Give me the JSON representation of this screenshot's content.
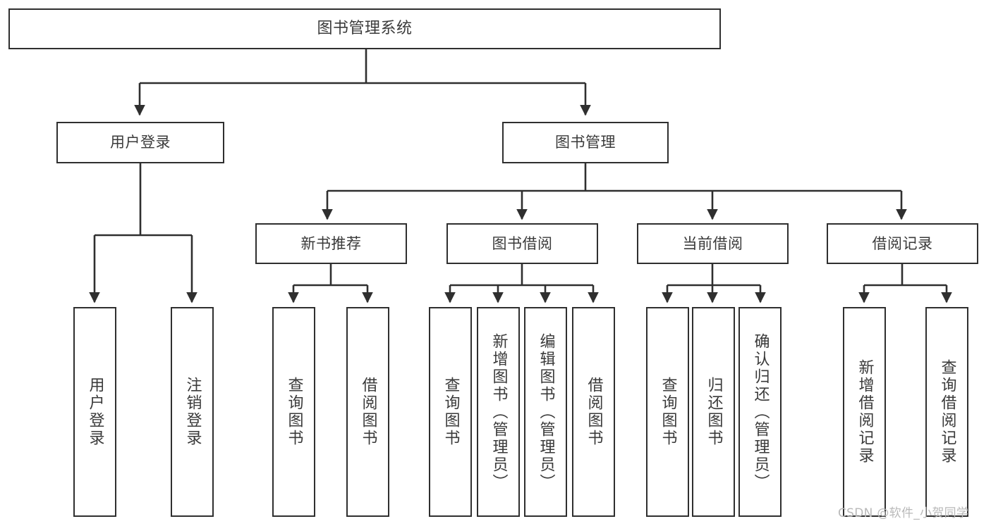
{
  "diagram": {
    "title": "图书管理系统",
    "watermark": "CSDN @软件_小贺同学",
    "colors": {
      "background": "#ffffff",
      "border": "#2f2f2f",
      "text": "#3a3a3a",
      "connector": "#2f2f2f",
      "watermark": "#b9b9b9"
    }
  },
  "levels": {
    "root": {
      "label": "图书管理系统"
    },
    "level2": [
      {
        "label": "用户登录"
      },
      {
        "label": "图书管理"
      }
    ],
    "level3": [
      {
        "label": "新书推荐"
      },
      {
        "label": "图书借阅"
      },
      {
        "label": "当前借阅"
      },
      {
        "label": "借阅记录"
      }
    ],
    "leaves": {
      "user_login": [
        {
          "label": "用户登录"
        },
        {
          "label": "注销登录"
        }
      ],
      "new_book_recommend": [
        {
          "label": "查询图书"
        },
        {
          "label": "借阅图书"
        }
      ],
      "book_borrow": [
        {
          "label": "查询图书"
        },
        {
          "label": "新增图书（管理员）"
        },
        {
          "label": "编辑图书（管理员）"
        },
        {
          "label": "借阅图书"
        }
      ],
      "current_borrow": [
        {
          "label": "查询图书"
        },
        {
          "label": "归还图书"
        },
        {
          "label": "确认归还（管理员）"
        }
      ],
      "borrow_record": [
        {
          "label": "新增借阅记录"
        },
        {
          "label": "查询借阅记录"
        }
      ]
    }
  }
}
